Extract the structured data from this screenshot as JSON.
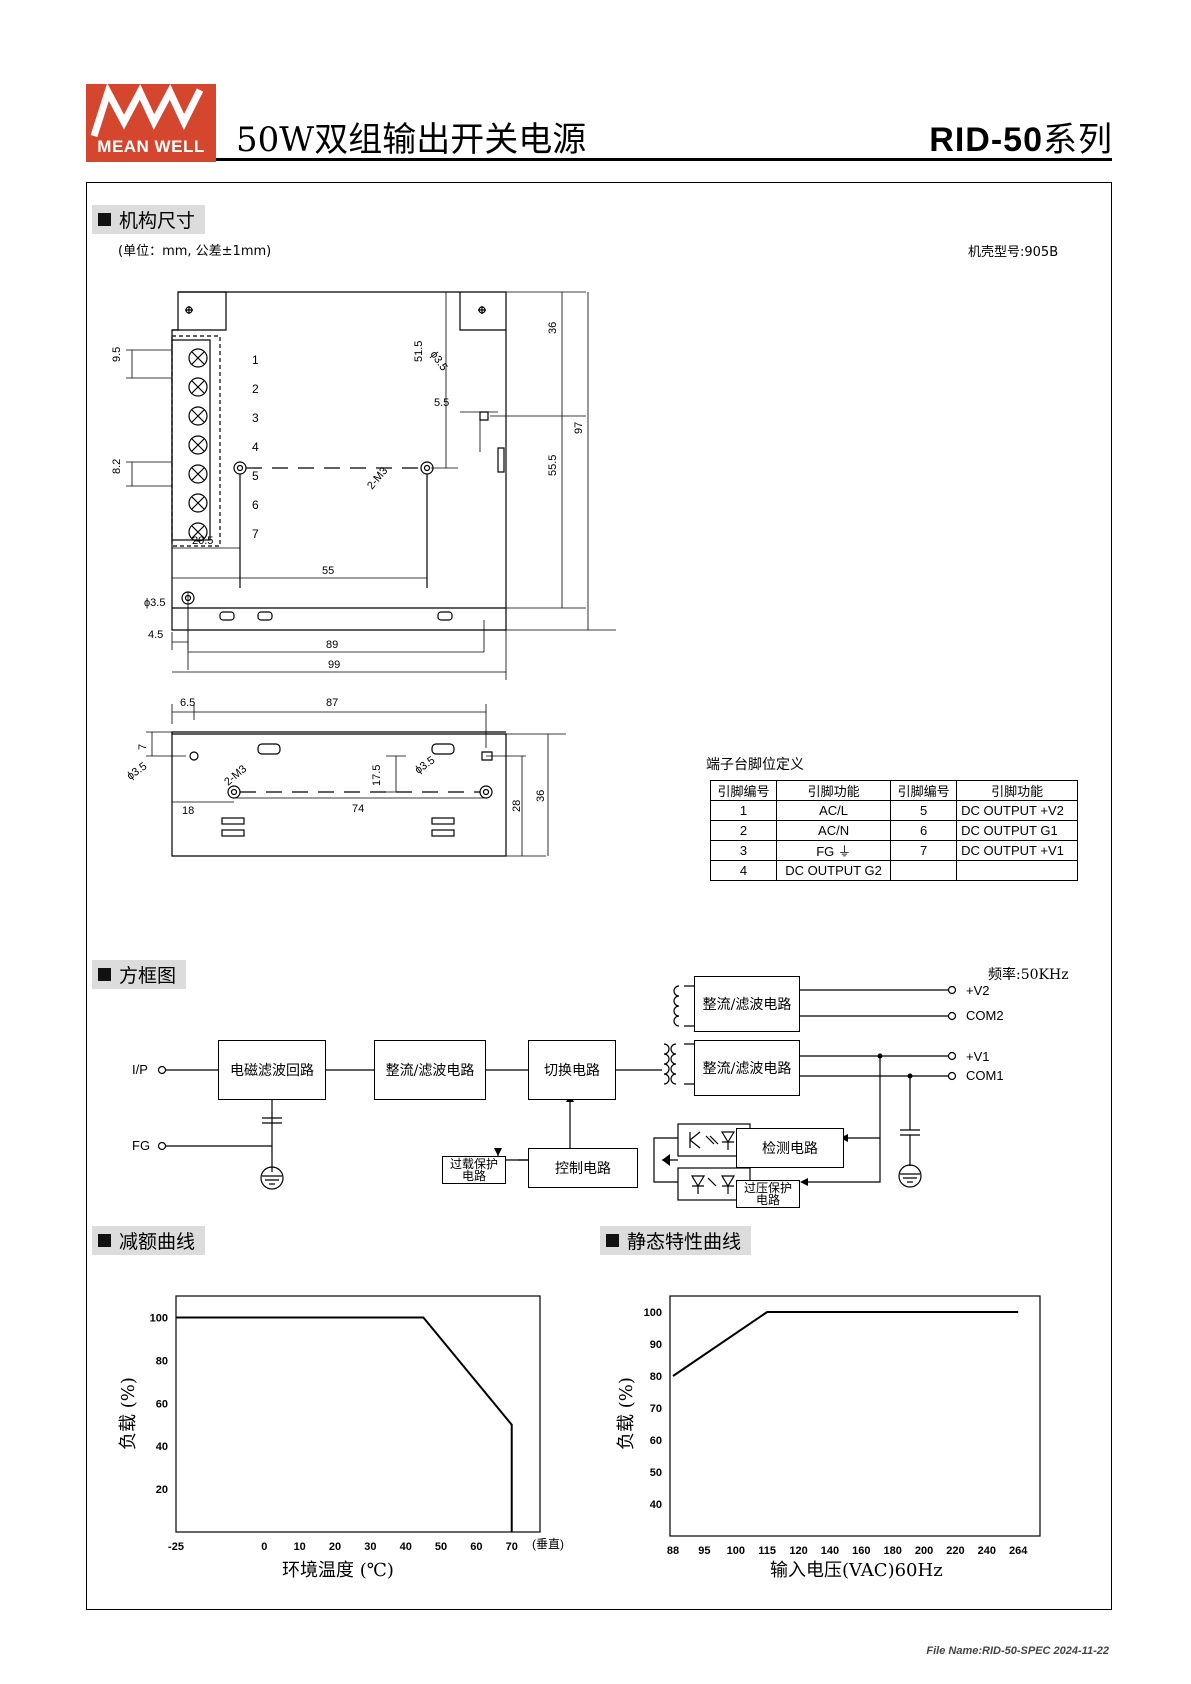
{
  "header": {
    "brand": "MEAN WELL",
    "title": "50W双组输出开关电源",
    "series_code": "RID-50",
    "series_suffix": "系列"
  },
  "mech": {
    "section": "机构尺寸",
    "unit_note": "(单位：mm, 公差±1mm)",
    "case_no": "机壳型号:905B",
    "terminal_numbers": [
      "1",
      "2",
      "3",
      "4",
      "5",
      "6",
      "7"
    ],
    "top_dims": {
      "d9_5": "9.5",
      "d8_2": "8.2",
      "d51_5": "51.5",
      "d3_5a": "ϕ3.5",
      "d5_5": "5.5",
      "d36": "36",
      "d97": "97",
      "d55_5": "55.5",
      "d2m3": "2-M3",
      "d20_5": "20.5",
      "d55": "55",
      "d3_5b": "ϕ3.5",
      "d4_5": "4.5",
      "d89": "89",
      "d99": "99"
    },
    "side_dims": {
      "d6_5": "6.5",
      "d87": "87",
      "d7": "7",
      "d3_5c": "ϕ3.5",
      "d2m3b": "2-M3",
      "d17_5": "17.5",
      "d3_5d": "ϕ3.5",
      "d18": "18",
      "d74": "74",
      "d28": "28",
      "d36b": "36"
    }
  },
  "pins": {
    "title": "端子台脚位定义",
    "headers": [
      "引脚编号",
      "引脚功能",
      "引脚编号",
      "引脚功能"
    ],
    "rows": [
      [
        "1",
        "AC/L",
        "5",
        "DC OUTPUT +V2"
      ],
      [
        "2",
        "AC/N",
        "6",
        "DC OUTPUT G1"
      ],
      [
        "3",
        "FG ⏚",
        "7",
        "DC OUTPUT +V1"
      ],
      [
        "4",
        "DC OUTPUT G2",
        "",
        ""
      ]
    ]
  },
  "block": {
    "section": "方框图",
    "freq": "频率:50KHz",
    "ip": "I/P",
    "fg": "FG",
    "emi": "电磁滤波回路",
    "rect1": "整流/滤波电路",
    "switch": "切换电路",
    "rect_v2": "整流/滤波电路",
    "rect_v1": "整流/滤波电路",
    "control": "控制电路",
    "detect": "检测电路",
    "olp_a": "过载保护",
    "olp_b": "电路",
    "ovp_a": "过压保护",
    "ovp_b": "电路",
    "out_v2": "+V2",
    "out_com2": "COM2",
    "out_v1": "+V1",
    "out_com1": "COM1"
  },
  "derating": {
    "section": "减额曲线",
    "chart_data": {
      "type": "line",
      "x": [
        -25,
        45,
        70,
        70
      ],
      "y": [
        100,
        100,
        50,
        0
      ],
      "xticks": [
        "-25",
        "0",
        "10",
        "20",
        "30",
        "40",
        "50",
        "60",
        "70"
      ],
      "yticks": [
        "20",
        "40",
        "60",
        "80",
        "100"
      ],
      "xlim": [
        -25,
        78
      ],
      "ylim": [
        0,
        110
      ],
      "x_unit_label": "(垂直)",
      "xlabel": "环境温度 (℃)",
      "ylabel": "负载 (%)"
    }
  },
  "static": {
    "section": "静态特性曲线",
    "chart_data": {
      "type": "line",
      "x": [
        "88",
        "115",
        "264"
      ],
      "y": [
        80,
        100,
        100
      ],
      "xticks": [
        "88",
        "95",
        "100",
        "115",
        "120",
        "140",
        "160",
        "180",
        "200",
        "220",
        "240",
        "264"
      ],
      "yticks": [
        "40",
        "50",
        "60",
        "70",
        "80",
        "90",
        "100"
      ],
      "ylim": [
        30,
        105
      ],
      "xlabel": "输入电压(VAC)60Hz",
      "ylabel": "负载 (%)"
    }
  },
  "footer": "File Name:RID-50-SPEC   2024-11-22"
}
